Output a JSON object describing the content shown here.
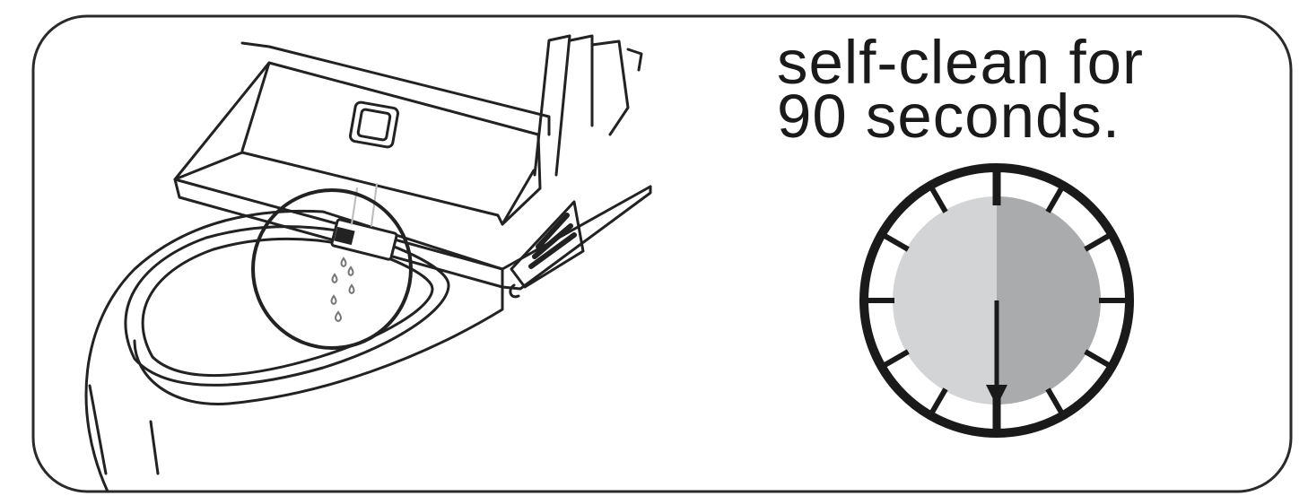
{
  "caption": {
    "line1": "self-clean for",
    "line2": "90 seconds."
  },
  "timer": {
    "elapsed_fraction": 0.5,
    "tick_count": 12,
    "colors": {
      "elapsed": "#a9abac",
      "remaining": "#d3d4d5",
      "outline": "#1a1a1a"
    }
  },
  "icons": {
    "illustration": "toilet-seat-self-clean-nozzle-illustration",
    "timer": "stopwatch-timer-icon",
    "water": "water-droplet-icon"
  },
  "colors": {
    "frame_stroke": "#2a2a2a",
    "line_art": "#222222",
    "background": "#ffffff"
  }
}
